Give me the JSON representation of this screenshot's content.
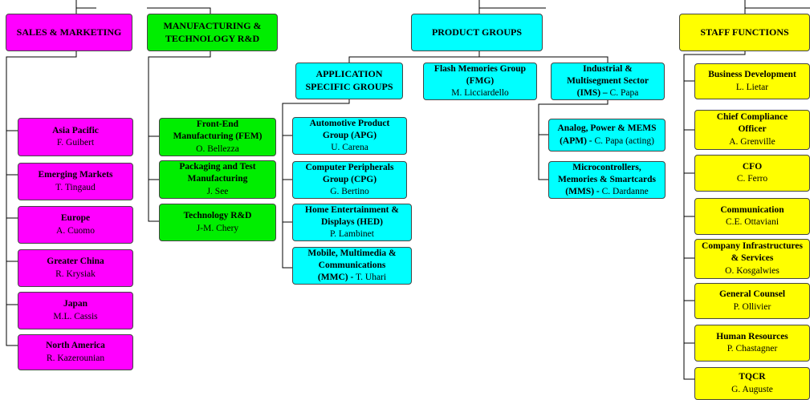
{
  "top": {
    "sales": "SALES & MARKETING",
    "mfg_l1": "MANUFACTURING &",
    "mfg_l2": "TECHNOLOGY R&D",
    "product": "PRODUCT GROUPS",
    "staff": "STAFF FUNCTIONS"
  },
  "sales_units": [
    {
      "name": "Asia Pacific",
      "person": "F. Guibert"
    },
    {
      "name": "Emerging Markets",
      "person": "T. Tingaud"
    },
    {
      "name": "Europe",
      "person": "A. Cuomo"
    },
    {
      "name": "Greater China",
      "person": "R. Krysiak"
    },
    {
      "name": "Japan",
      "person": "M.L. Cassis"
    },
    {
      "name": "North America",
      "person": "R. Kazerounian"
    }
  ],
  "mfg_units": [
    {
      "l1": "Front-End",
      "l2": "Manufacturing (FEM)",
      "person": "O. Bellezza"
    },
    {
      "l1": "Packaging and Test",
      "l2": "Manufacturing",
      "person": "J. See"
    },
    {
      "l1": "Technology R&D",
      "person": "J-M. Chery"
    }
  ],
  "groups": {
    "asg_l1": "APPLICATION",
    "asg_l2": "SPECIFIC GROUPS",
    "fmg_l1": "Flash Memories Group",
    "fmg_l2": "(FMG)",
    "fmg_person": "M. Licciardello",
    "ims_l1": "Industrial &",
    "ims_l2": "Multisegment Sector",
    "ims_l3": "(IMS) –",
    "ims_person": " C. Papa"
  },
  "asg_units": [
    {
      "l1": "Automotive Product",
      "l2": "Group (APG)",
      "person": "U. Carena"
    },
    {
      "l1": "Computer Peripherals",
      "l2": "Group (CPG)",
      "person": "G. Bertino"
    },
    {
      "l1": "Home Entertainment &",
      "l2": "Displays (HED)",
      "person": "P. Lambinet"
    },
    {
      "l1": "Mobile, Multimedia &",
      "l2": "Communications",
      "l3": "(MMC) -",
      "person": " T. Uhari"
    }
  ],
  "ims_units": [
    {
      "l1": "Analog, Power & MEMS",
      "l2": "(APM) -",
      "person": " C. Papa (acting)"
    },
    {
      "l1": "Microcontrollers,",
      "l2": "Memories & Smartcards",
      "l3": "(MMS) -",
      "person": " C. Dardanne"
    }
  ],
  "staff_units": [
    {
      "l1": "Business Development",
      "person": "L. Lietar"
    },
    {
      "l1": "Chief Compliance",
      "l2": "Officer",
      "person": "A. Grenville"
    },
    {
      "l1": "CFO",
      "person": "C. Ferro"
    },
    {
      "l1": "Communication",
      "person": "C.E. Ottaviani"
    },
    {
      "l1": "Company Infrastructures",
      "l2": "& Services",
      "person": "O. Kosgalwies"
    },
    {
      "l1": "General Counsel",
      "person": "P. Ollivier"
    },
    {
      "l1": "Human Resources",
      "person": "P. Chastagner"
    },
    {
      "l1": "TQCR",
      "person": "G. Auguste"
    }
  ],
  "colors": {
    "sales": "#ff00ff",
    "manufacturing": "#00ee00",
    "product": "#00ffff",
    "staff": "#ffff00"
  }
}
